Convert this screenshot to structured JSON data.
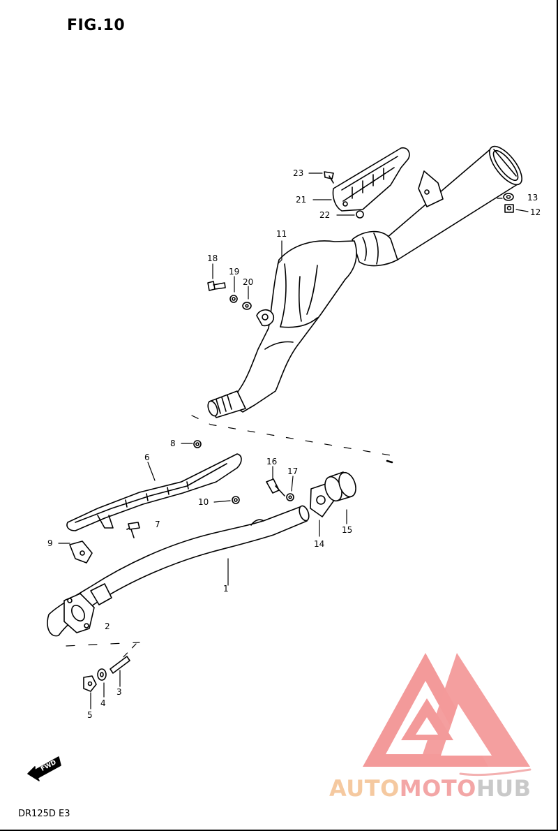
{
  "figure": {
    "title": "FIG.10",
    "model": "DR125D  E3"
  },
  "direction_marker": {
    "text": "FWD",
    "icon": "fwd-arrow-icon"
  },
  "callouts": [
    {
      "label": "1"
    },
    {
      "label": "2"
    },
    {
      "label": "3"
    },
    {
      "label": "4"
    },
    {
      "label": "5"
    },
    {
      "label": "6"
    },
    {
      "label": "7"
    },
    {
      "label": "8"
    },
    {
      "label": "9"
    },
    {
      "label": "10"
    },
    {
      "label": "11"
    },
    {
      "label": "12"
    },
    {
      "label": "13"
    },
    {
      "label": "14"
    },
    {
      "label": "15"
    },
    {
      "label": "16"
    },
    {
      "label": "17"
    },
    {
      "label": "18"
    },
    {
      "label": "19"
    },
    {
      "label": "20"
    },
    {
      "label": "21"
    },
    {
      "label": "22"
    },
    {
      "label": "23"
    }
  ],
  "watermark": {
    "logo_icon": "triangle-m-logo-icon",
    "part1": "AUTO",
    "part2": "MOTO",
    "part3": "HUB",
    "colors": {
      "auto": "#f5c9a0",
      "moto": "#f3a6a6",
      "hub": "#c9c9c9",
      "logo": "#f08080"
    }
  }
}
